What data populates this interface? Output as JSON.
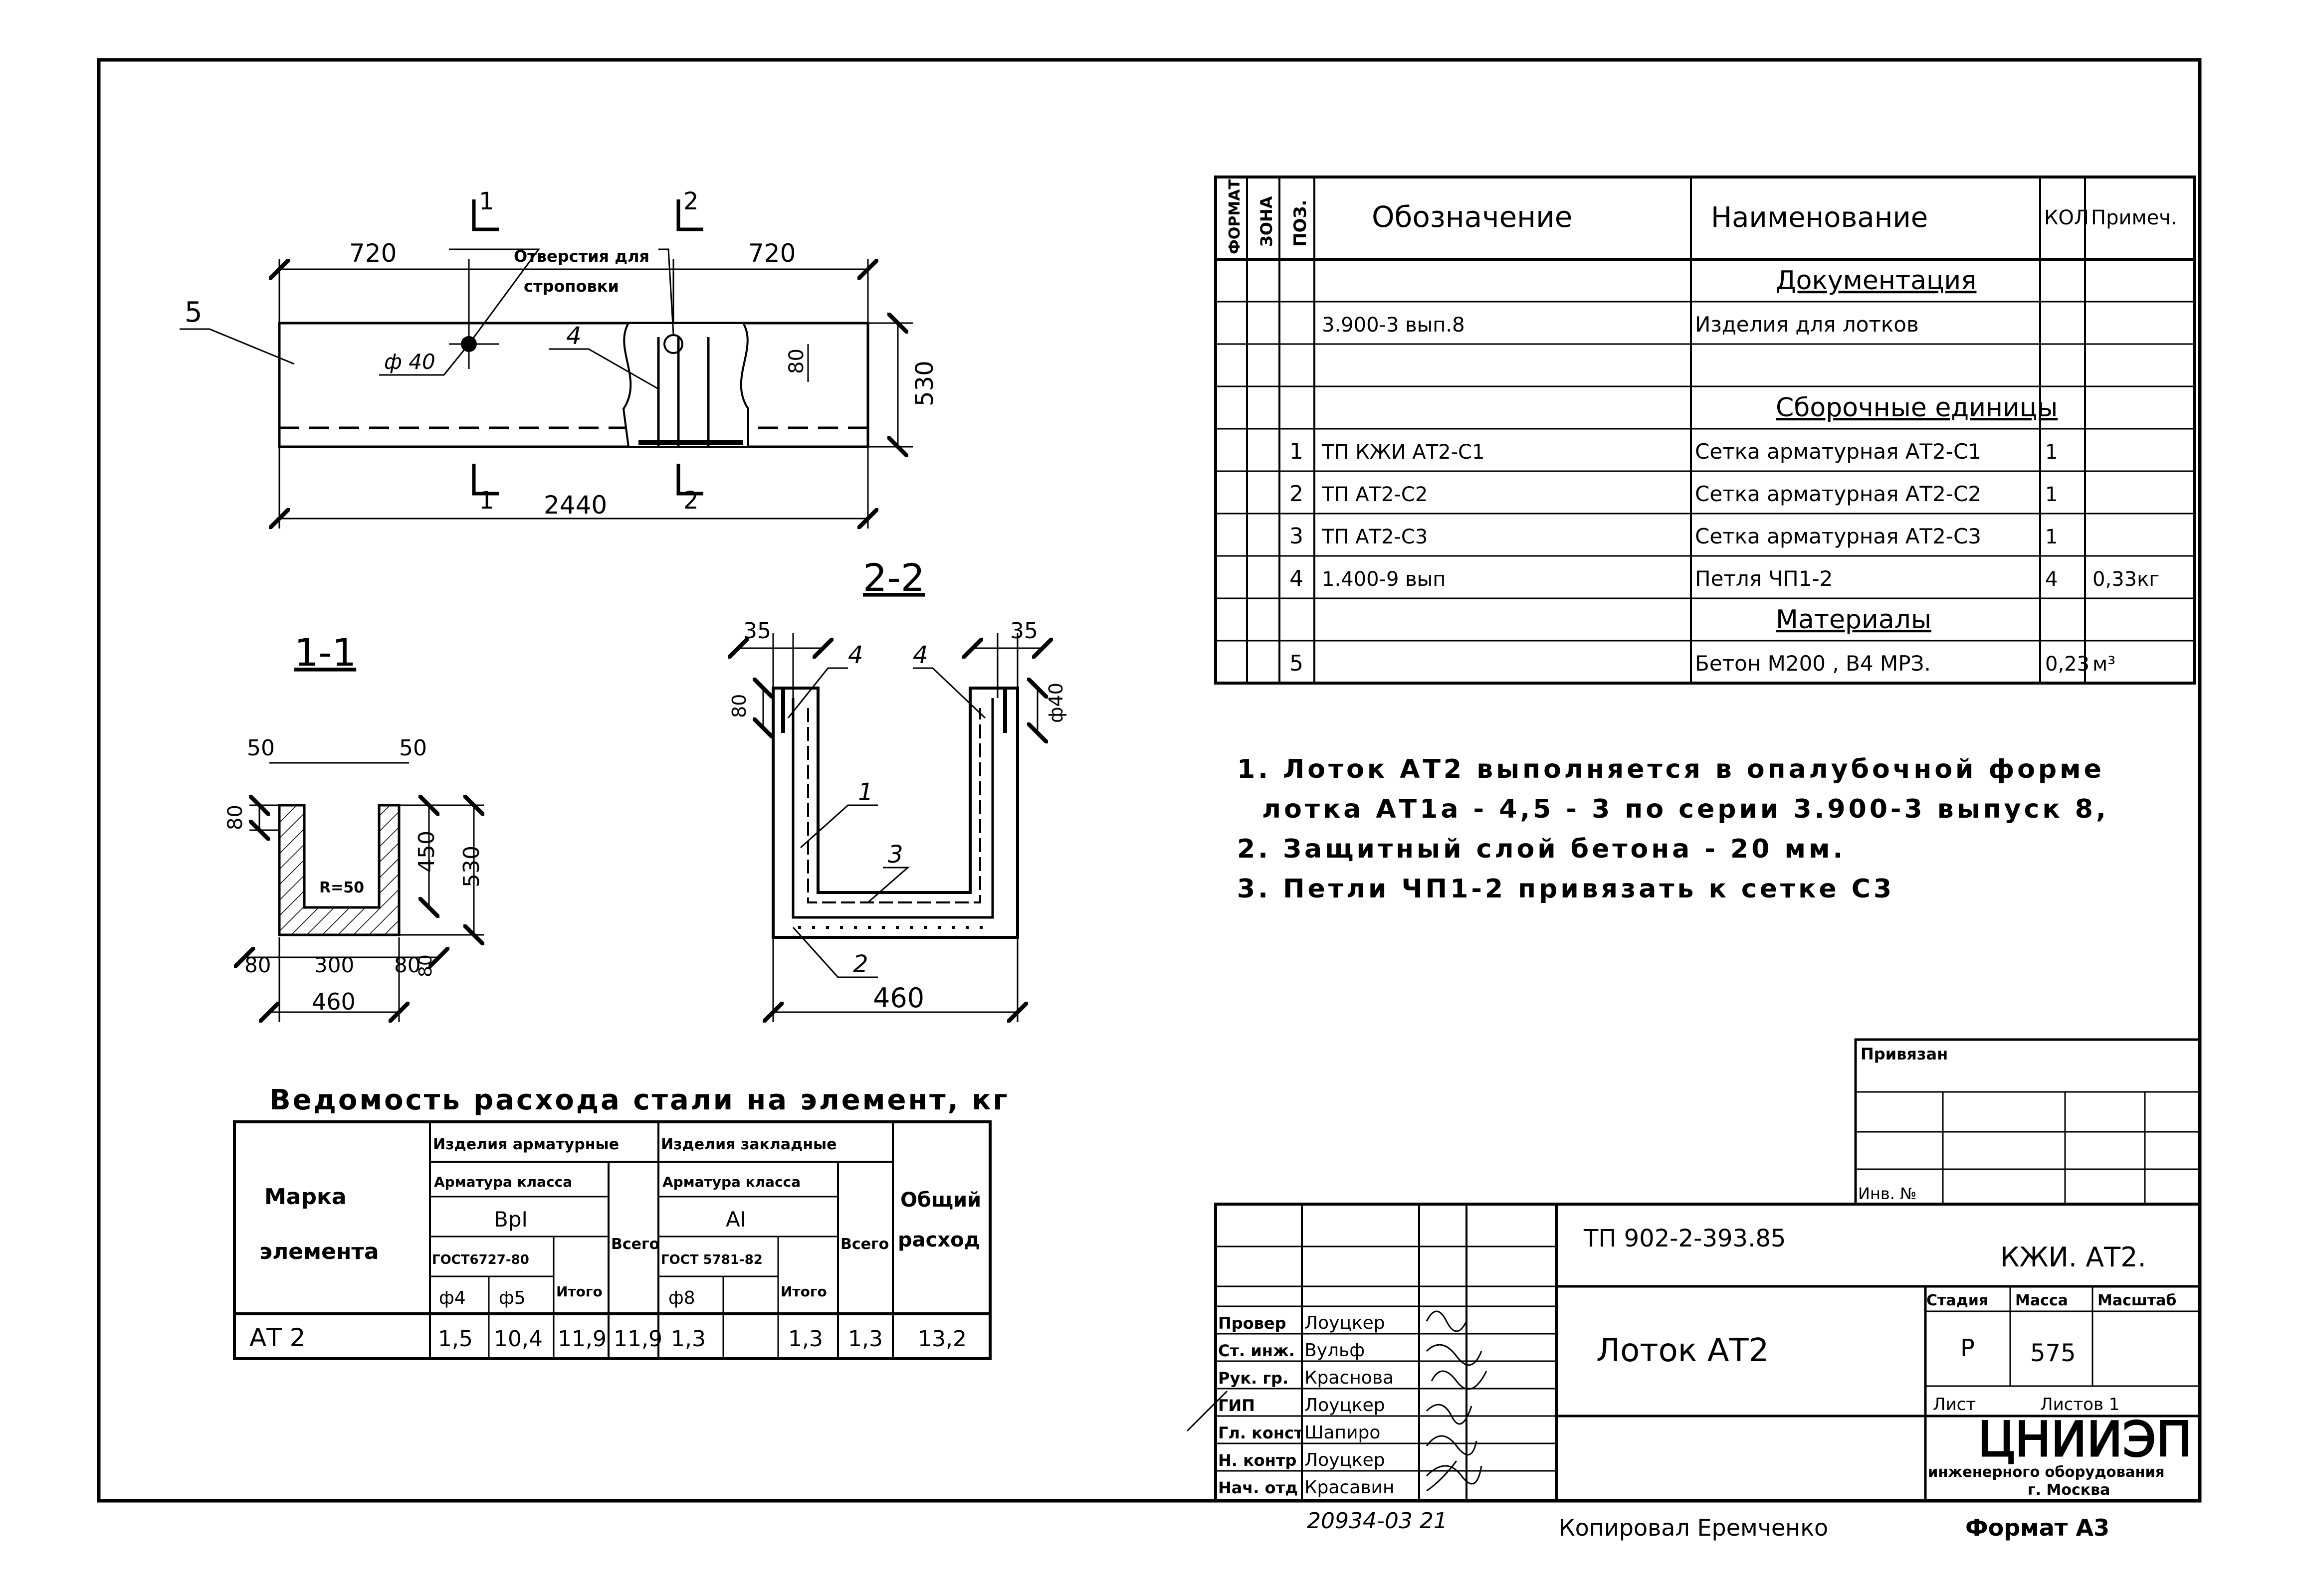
{
  "spec": {
    "headers": {
      "format": "ФОРМАТ",
      "zone": "ЗОНА",
      "pos": "ПОЗ.",
      "designation": "Обозначение",
      "name": "Наименование",
      "qty": "КОЛ",
      "note": "Примеч."
    },
    "rows": [
      {
        "pos": "",
        "code": "",
        "name": "Документация",
        "qty": "",
        "note": ""
      },
      {
        "pos": "",
        "code": "3.900-3  вып.8",
        "name": "Изделия для лотков",
        "qty": "",
        "note": ""
      },
      {
        "pos": "",
        "code": "",
        "name": "",
        "qty": "",
        "note": ""
      },
      {
        "pos": "",
        "code": "",
        "name": "Сборочные единицы",
        "qty": "",
        "note": ""
      },
      {
        "pos": "1",
        "code": "ТП          КЖИ АТ2-С1",
        "name": "Сетка арматурная АТ2-С1",
        "qty": "1",
        "note": ""
      },
      {
        "pos": "2",
        "code": "ТП               АТ2-С2",
        "name": "Сетка арматурная  АТ2-С2",
        "qty": "1",
        "note": ""
      },
      {
        "pos": "3",
        "code": "ТП               АТ2-С3",
        "name": "Сетка арматурная  АТ2-С3",
        "qty": "1",
        "note": ""
      },
      {
        "pos": "4",
        "code": "1.400-9     вып",
        "name": "Петля  ЧП1-2",
        "qty": "4",
        "note": "0,33кг"
      },
      {
        "pos": "",
        "code": "",
        "name": "Материалы",
        "qty": "",
        "note": ""
      },
      {
        "pos": "5",
        "code": "",
        "name": "Бетон М200 , В4   МРЗ.",
        "qty": "0,23",
        "note": "м³"
      }
    ]
  },
  "notes": [
    "1. Лоток АТ2  выполняется  в  опалубочной  форме",
    "лотка  АТ1а - 4,5 - 3  по серии 3.900-3  выпуск 8,",
    "2. Защитный  слой  бетона  - 20 мм.",
    "3. Петли  ЧП1-2  привязать  к  сетке  С3"
  ],
  "plan": {
    "dims": {
      "left": "720",
      "right": "720",
      "total": "2440",
      "height": "530",
      "hole_offset": "80"
    },
    "labels": {
      "holes": "Отверстия для",
      "holes2": "строповки",
      "diameter": "ф 40",
      "pos4": "4",
      "pos5": "5",
      "cut1": "1",
      "cut2": "2"
    }
  },
  "section11": {
    "title": "1-1",
    "dims": {
      "a": "50",
      "b": "50",
      "c": "80",
      "d": "450",
      "e": "530",
      "f": "80",
      "g": "300",
      "h": "80",
      "i": "460",
      "j": "80",
      "r": "R=50"
    }
  },
  "section22": {
    "title": "2-2",
    "dims": {
      "a": "35",
      "b": "35",
      "c": "80",
      "d": "ф40",
      "e": "460"
    },
    "labels": {
      "p4a": "4",
      "p4b": "4",
      "p1": "1",
      "p3": "3",
      "p2": "2"
    }
  },
  "steel": {
    "title": "Ведомость   расхода  стали  на  элемент, кг",
    "h_mark": "Марка",
    "h_mark2": "элемента",
    "h_arm": "Изделия арматурные",
    "h_emb": "Изделия закладные",
    "h_class": "Арматура класса",
    "h_class2": "Арматура класса",
    "h_bp": "ВрI",
    "h_a": "АI",
    "h_gost1": "ГОСТ6727-80",
    "h_gost2": "ГОСТ 5781-82",
    "h_d4": "ф4",
    "h_d5": "ф5",
    "h_d8": "ф8",
    "h_itogo": "Итого",
    "h_itogo2": "Итого",
    "h_vsego": "Всего",
    "h_vsego2": "Всего",
    "h_total": "Общий",
    "h_total2": "расход",
    "row": {
      "mark": "АТ 2",
      "d4": "1,5",
      "d5": "10,4",
      "itogo": "11,9",
      "vsego": "11,9",
      "d8": "1,3",
      "blank": "",
      "itogo2": "1,3",
      "vsego2": "1,3",
      "total": "13,2"
    }
  },
  "title_block": {
    "privyazan": "Привязан",
    "inv": "Инв. №",
    "code": "ТП 902-2-393.85",
    "sheet_code": "КЖИ. АТ2.",
    "title": "Лоток АТ2",
    "stage_h": "Стадия",
    "mass_h": "Масса",
    "scale_h": "Масштаб",
    "stage": "Р",
    "mass": "575",
    "list": "Лист",
    "listov": "Листов 1",
    "org": "ЦНИИЭП",
    "org2": "инженерного оборудования",
    "org3": "г. Москва",
    "roles": [
      {
        "role": "Провер",
        "name": "Лоуцкер"
      },
      {
        "role": "Ст. инж.",
        "name": "Вульф"
      },
      {
        "role": "Рук. гр.",
        "name": "Краснова"
      },
      {
        "role": "ГИП",
        "name": "Лоуцкер"
      },
      {
        "role": "Гл. конст",
        "name": "Шапиро"
      },
      {
        "role": "Н. контр",
        "name": "Лоуцкер"
      },
      {
        "role": "Нач. отд",
        "name": "Красавин"
      }
    ],
    "footer_num": "20934-03   21",
    "copied": "Копировал  Еремченко",
    "format": "Формат А3"
  }
}
